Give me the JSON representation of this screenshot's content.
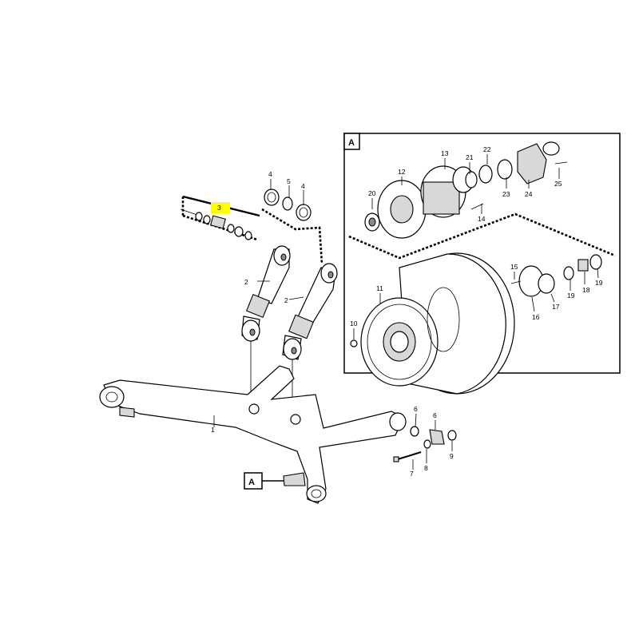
{
  "labels": {
    "l1": "1",
    "l2a": "2",
    "l2b": "2",
    "l3": "3",
    "l4a": "4",
    "l4b": "4",
    "l5": "5",
    "l6a": "6",
    "l6b": "6",
    "l7": "7",
    "l8": "8",
    "l9": "9",
    "l10": "10",
    "l11": "11",
    "l12": "12",
    "l13": "13",
    "l14": "14",
    "l15": "15",
    "l16": "16",
    "l17": "17",
    "l18": "18",
    "l19a": "19",
    "l19b": "19",
    "l20": "20",
    "l21": "21",
    "l22": "22",
    "l23": "23",
    "l24": "24",
    "l25": "25"
  },
  "callouts": {
    "detail_box": "A",
    "axle_ref": "A"
  },
  "colors": {
    "highlight": "#ffff00",
    "line": "#000000",
    "fill_light": "#d8d8d8"
  }
}
